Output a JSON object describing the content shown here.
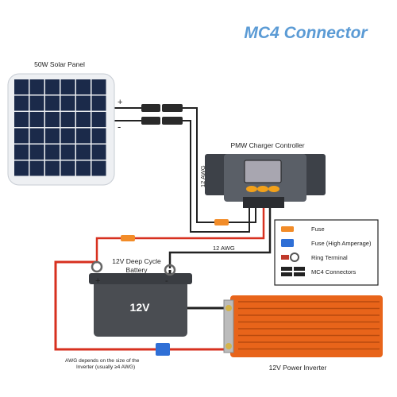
{
  "title": "MC4 Connector",
  "labels": {
    "solar_panel": "50W Solar Panel",
    "plus": "+",
    "minus": "-",
    "charger": "PMW Charger Controller",
    "awg_vertical": "12 AWG",
    "awg_horizontal": "12 AWG",
    "battery_line1": "12V Deep Cycle",
    "battery_line2": "Battery",
    "battery_face": "12V",
    "battery_plus": "+",
    "battery_minus": "-",
    "inverter": "12V Power Inverter",
    "awg_note_line1": "AWG depends on the size of the",
    "awg_note_line2": "Inverter (usually ≥4 AWG)"
  },
  "legend": {
    "items": [
      {
        "label": "Fuse",
        "icon": "fuse-icon"
      },
      {
        "label": "Fuse (High Amperage)",
        "icon": "high-amp-fuse-icon"
      },
      {
        "label": "Ring Terminal",
        "icon": "ring-terminal-icon"
      },
      {
        "label": "MC4 Connectors",
        "icon": "mc4-connector-icon"
      }
    ]
  },
  "colors": {
    "title": "#5b9bd5",
    "wire_red": "#d7301f",
    "wire_black": "#222222",
    "fuse": "#f28c28",
    "high_amp_fuse": "#2f6fd6",
    "inverter": "#e8641a",
    "panel_cell": "#1b2a4a",
    "controller_body": "#3d4148",
    "controller_screen": "#a8a6b0",
    "controller_buttons": "#f3a11a",
    "battery_body": "#4a4d52"
  }
}
